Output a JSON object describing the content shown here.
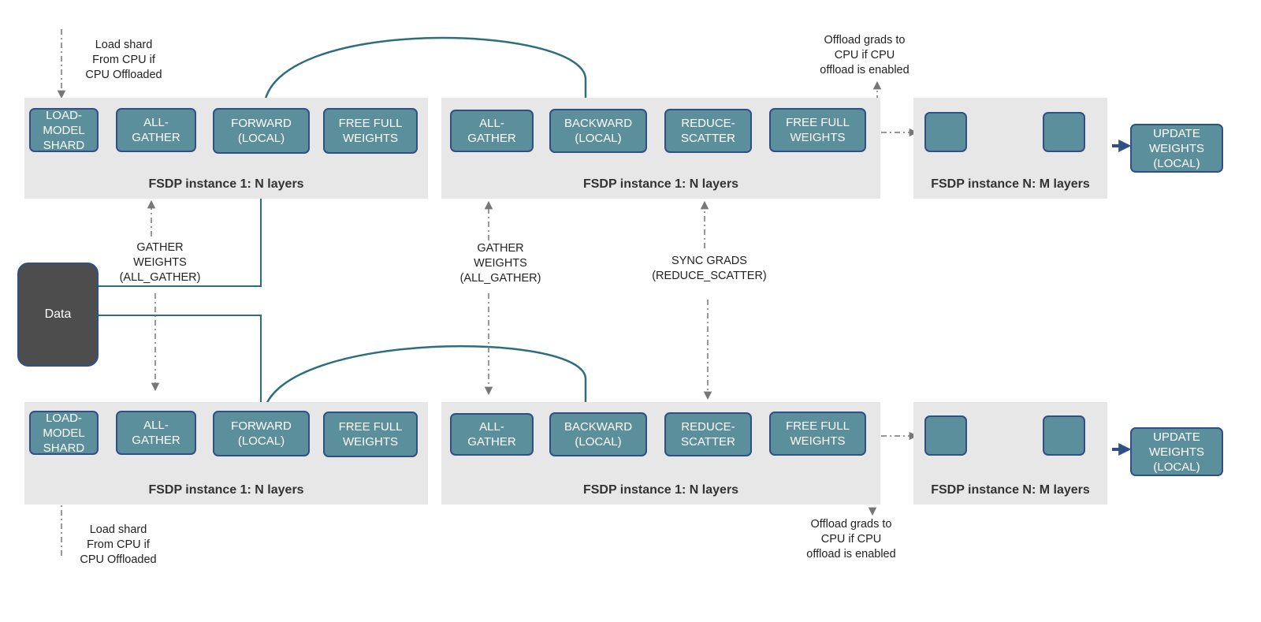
{
  "panels": {
    "row1_forward": "FSDP instance 1: N layers",
    "row1_backward": "FSDP instance 1: N layers",
    "row1_last": "FSDP instance N: M layers",
    "row2_forward": "FSDP instance 1: N layers",
    "row2_backward": "FSDP instance 1: N layers",
    "row2_last": "FSDP instance N: M layers"
  },
  "steps": {
    "load_shard": "LOAD-\nMODEL\nSHARD",
    "all_gather": "ALL-\nGATHER",
    "forward": "FORWARD\n(LOCAL)",
    "free_full": "FREE FULL\nWEIGHTS",
    "backward": "BACKWARD\n(LOCAL)",
    "reduce_scatter": "REDUCE-\nSCATTER",
    "update_weights": "UPDATE\nWEIGHTS\n(LOCAL)"
  },
  "data_label": "Data",
  "notes": {
    "load_shard_top": "Load shard\nFrom CPU if\nCPU Offloaded",
    "load_shard_bottom": "Load shard\nFrom CPU if\nCPU Offloaded",
    "offload_top": "Offload grads to\nCPU if CPU\noffload is enabled",
    "offload_bottom": "Offload grads to\nCPU if CPU\noffload is enabled",
    "gather_left": "GATHER\nWEIGHTS\n(ALL_GATHER)",
    "gather_middle": "GATHER\nWEIGHTS\n(ALL_GATHER)",
    "sync_grads": "SYNC GRADS\n(REDUCE_SCATTER)"
  },
  "colors": {
    "box_fill": "#5b8f9c",
    "box_border": "#2f4f86",
    "panel_bg": "#e7e7e7",
    "data_fill": "#4d4d4d",
    "flow_line": "#2d6e7e",
    "dash_line": "#777777"
  }
}
